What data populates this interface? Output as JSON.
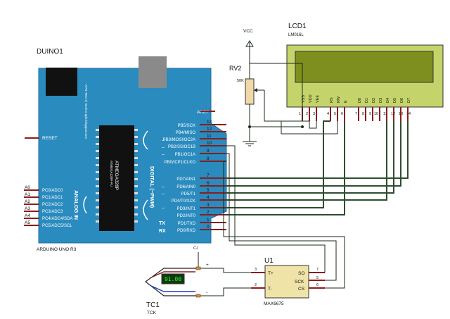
{
  "arduino": {
    "ref": "DUINO1",
    "footer": "ARDUINO UNO R3",
    "side_text": "APN-TECH | techno-apk.blogspot.com",
    "chip": "ATMEGA328P",
    "chip_sub": "ATMEGA328P-PU",
    "analog_title": "ANALOG IN",
    "digital_title": "DIGITAL (~PWM)",
    "aref": "AREF",
    "reset": "RESET",
    "tx": "TX",
    "rx": "RX",
    "analog_pins": [
      {
        "ext": "A0",
        "name": "PC0/ADC0"
      },
      {
        "ext": "A1",
        "name": "PC1/ADC1"
      },
      {
        "ext": "A2",
        "name": "PC2/ADC2"
      },
      {
        "ext": "A3",
        "name": "PC3/ADC3"
      },
      {
        "ext": "A4",
        "name": "PC4/ADC4/SDA"
      },
      {
        "ext": "A5",
        "name": "PC5/ADC5/SCL"
      }
    ],
    "digital_pins": [
      {
        "num": "13",
        "name": "PB5/SCK"
      },
      {
        "num": "12",
        "name": "PB4/MISO"
      },
      {
        "num": "11",
        "name": "PB3/MOSI/OC2A"
      },
      {
        "num": "10",
        "name": "PB2/SS/OC1B"
      },
      {
        "num": "9",
        "name": "PB1/OC1A"
      },
      {
        "num": "8",
        "name": "PB0/ICP1/CLKO"
      },
      {
        "num": "7",
        "name": "PD7/AIN1"
      },
      {
        "num": "6",
        "name": "PD6/AIN0"
      },
      {
        "num": "5",
        "name": "PD5/T1"
      },
      {
        "num": "4",
        "name": "PD4/T0/XCK"
      },
      {
        "num": "3",
        "name": "PD3/INT1"
      },
      {
        "num": "2",
        "name": "PD2/INT0"
      },
      {
        "num": "1",
        "name": "PD1/TXD"
      },
      {
        "num": "0",
        "name": "PD0/RXD"
      }
    ]
  },
  "lcd": {
    "ref": "LCD1",
    "model": "LM016L",
    "pins": [
      {
        "label": "VSS",
        "num": "1"
      },
      {
        "label": "VDD",
        "num": "2"
      },
      {
        "label": "VEE",
        "num": "3"
      },
      {
        "label": "RS",
        "num": "4"
      },
      {
        "label": "RW",
        "num": "5"
      },
      {
        "label": "E",
        "num": "6"
      },
      {
        "label": "D0",
        "num": "7"
      },
      {
        "label": "D1",
        "num": "8"
      },
      {
        "label": "D2",
        "num": "9"
      },
      {
        "label": "D3",
        "num": "10"
      },
      {
        "label": "D4",
        "num": "11"
      },
      {
        "label": "D5",
        "num": "12"
      },
      {
        "label": "D6",
        "num": "13"
      },
      {
        "label": "D7",
        "num": "14"
      }
    ]
  },
  "pot": {
    "ref": "RV2",
    "value": "50K",
    "vcc": "VCC"
  },
  "max": {
    "ref": "U1",
    "part": "MAX6675",
    "left_pins": [
      {
        "label": "T+",
        "num": "3"
      },
      {
        "label": "T-",
        "num": "2"
      }
    ],
    "right_pins": [
      {
        "label": "SO",
        "num": "7"
      },
      {
        "label": "SCK",
        "num": "5"
      },
      {
        "label": "CS",
        "num": "6"
      }
    ]
  },
  "tc": {
    "ref": "TC1",
    "type": "TCK",
    "reading": "91.00",
    "cj": "CJ",
    "plus": "+",
    "minus": "-"
  }
}
